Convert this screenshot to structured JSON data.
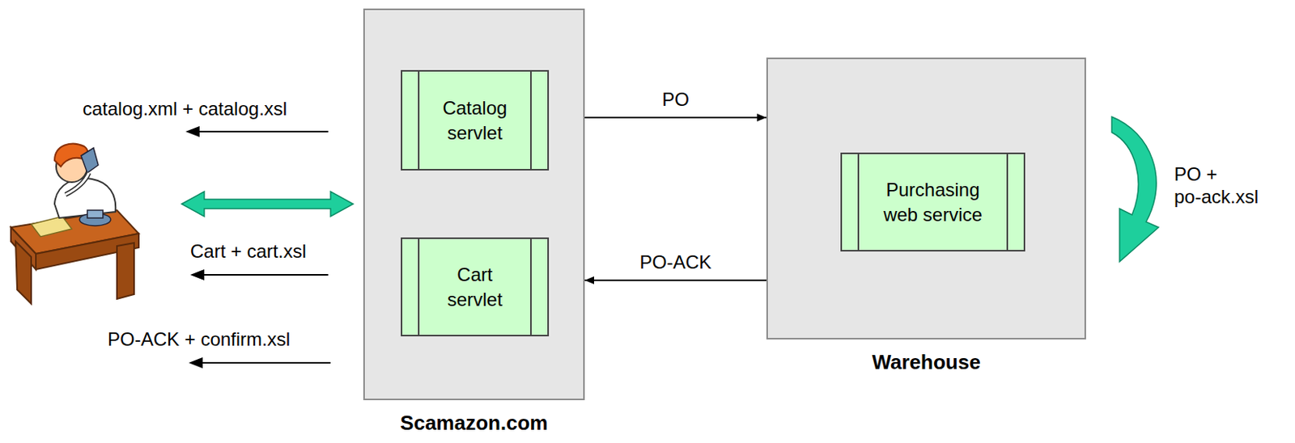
{
  "diagram": {
    "nodes": [
      {
        "text": [
          "Scamazon.com"
        ]
      },
      {
        "text": [
          "Catalog servlet"
        ],
        "in": 0
      },
      {
        "text": [
          "Cart servlet"
        ],
        "in": 0
      },
      {
        "text": [
          "Warehouse"
        ]
      },
      {
        "text": [
          "Purchasing web service"
        ],
        "in": 3
      }
    ],
    "edges": [
      {
        "from": 0,
        "to": 3,
        "label": "PO",
        "arrow": "to"
      },
      {
        "from": 3,
        "to": 0,
        "label": "PO-ACK",
        "arrow": "to"
      }
    ],
    "labels": [
      "catalog.xml + catalog.xsl",
      "Cart + cart.xsl",
      "PO-ACK + confirm.xsl",
      "PO + po-ack.xsl"
    ]
  }
}
